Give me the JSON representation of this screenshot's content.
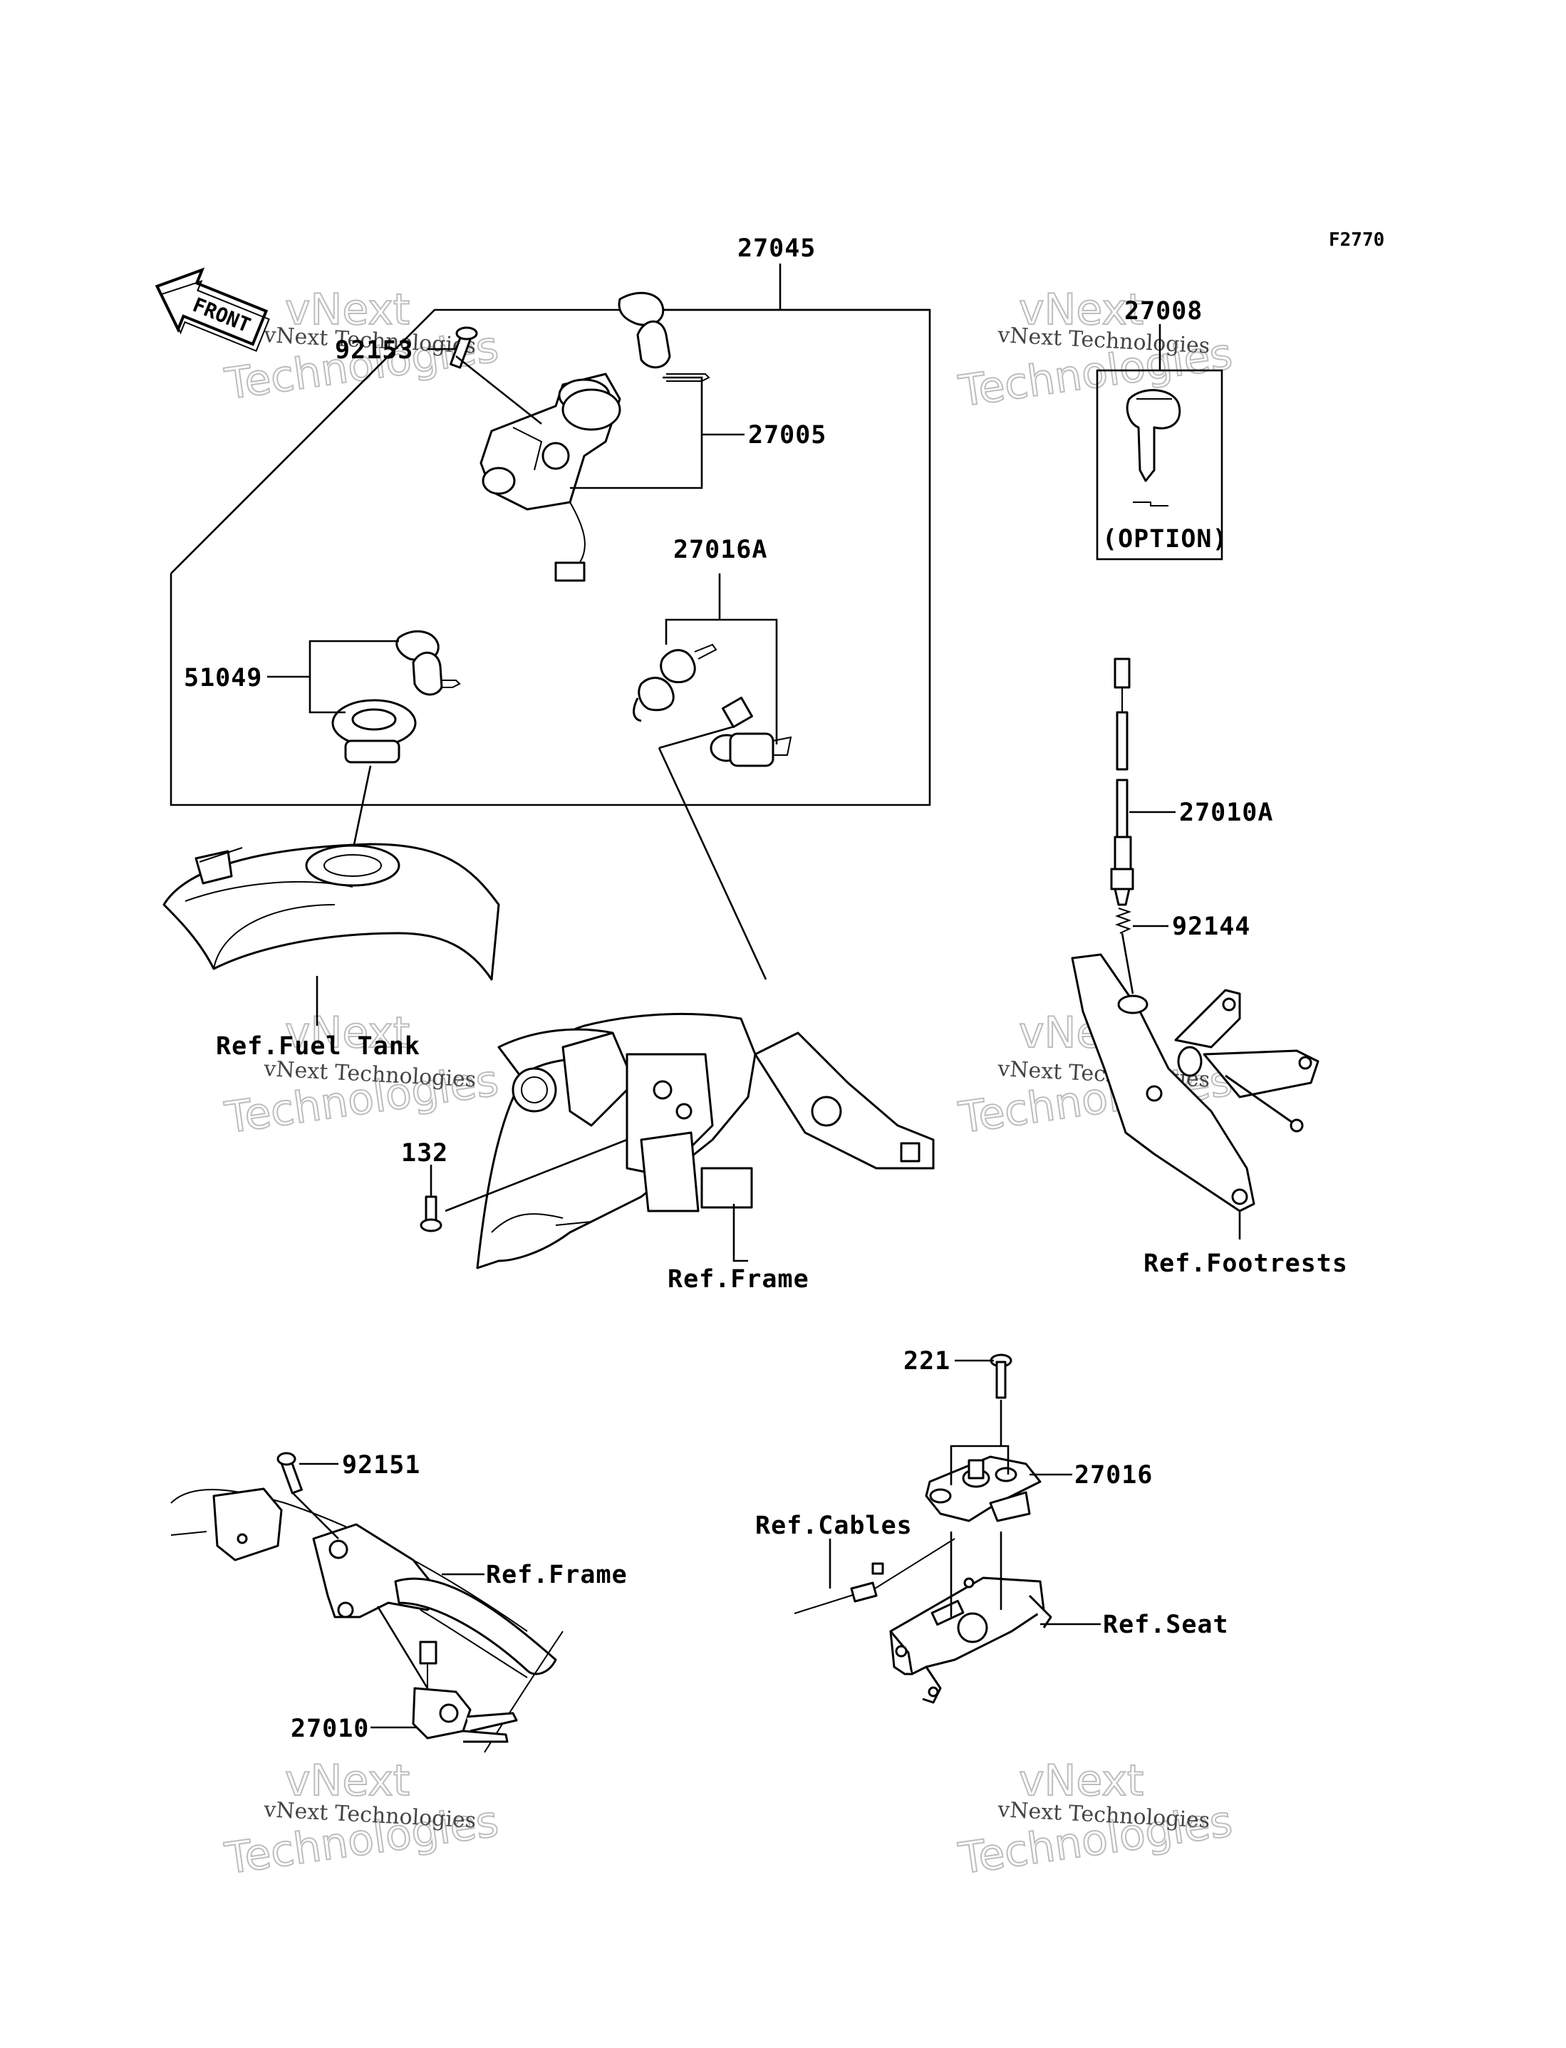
{
  "diagram_code": "F2770",
  "front_arrow_label": "FRONT",
  "option_label": "(OPTION)",
  "parts": {
    "ignition_set": "27045",
    "ignition_switch": "27005",
    "bolt_top": "92153",
    "key_option": "27008",
    "fuel_cap_lock": "51049",
    "lock_set_a": "27016A",
    "switch_a": "27010A",
    "spring": "92144",
    "bolt_132": "132",
    "bolt_221": "221",
    "seat_lock": "27016",
    "bolt_92151": "92151",
    "switch_27010": "27010"
  },
  "refs": {
    "fuel_tank": "Ref.Fuel Tank",
    "frame_top": "Ref.Frame",
    "footrests": "Ref.Footrests",
    "frame_bottom": "Ref.Frame",
    "cables": "Ref.Cables",
    "seat": "Ref.Seat"
  },
  "watermark": {
    "line1": "vNext Technologies",
    "big1": "vNext",
    "big2": "Technologies"
  }
}
